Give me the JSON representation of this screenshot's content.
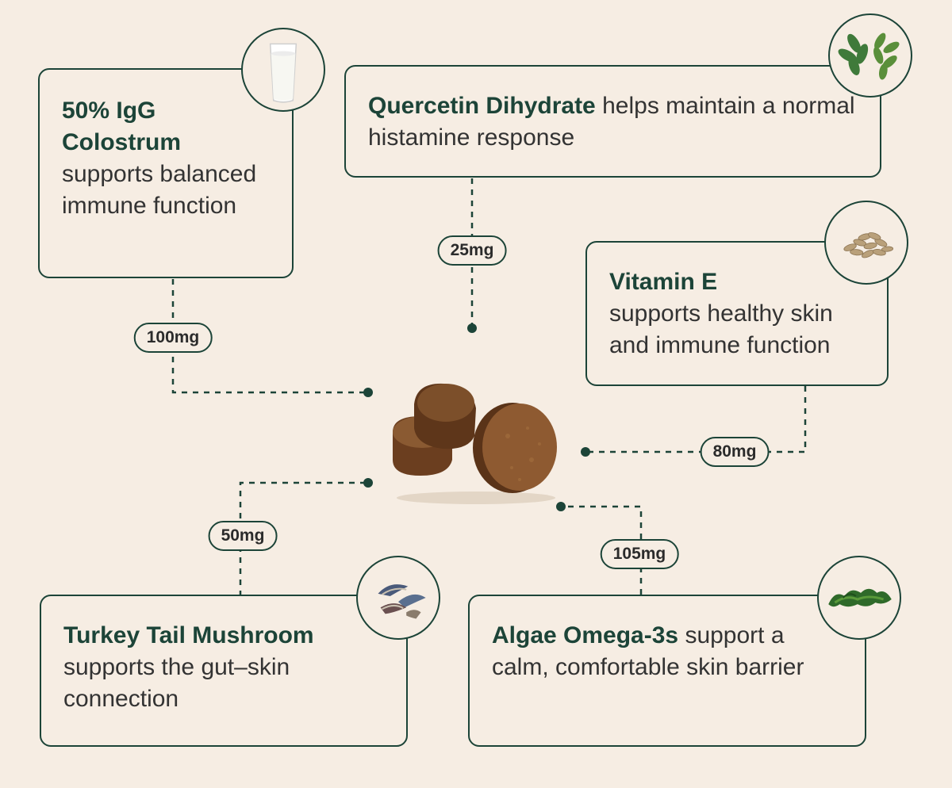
{
  "cards": {
    "colostrum": {
      "name": "50% IgG Colostrum",
      "desc": "supports balanced immune function",
      "dose": "100mg",
      "icon": "milk-glass-icon"
    },
    "quercetin": {
      "name": "Quercetin Dihydrate",
      "desc": "helps maintain a normal histamine response",
      "dose": "25mg",
      "icon": "leaves-icon"
    },
    "vitamin_e": {
      "name": "Vitamin E",
      "desc": "supports healthy skin and immune function",
      "dose": "80mg",
      "icon": "seeds-icon"
    },
    "turkey_tail": {
      "name": "Turkey Tail Mushroom",
      "desc": "supports the gut–skin connection",
      "dose": "50mg",
      "icon": "mushroom-icon"
    },
    "algae": {
      "name": "Algae Omega-3s",
      "desc": "support a calm, comfortable skin barrier",
      "dose": "105mg",
      "icon": "seaweed-icon"
    }
  },
  "colors": {
    "accent": "#1c4438",
    "background": "#f6ede3",
    "chew": "#7a4a24"
  }
}
